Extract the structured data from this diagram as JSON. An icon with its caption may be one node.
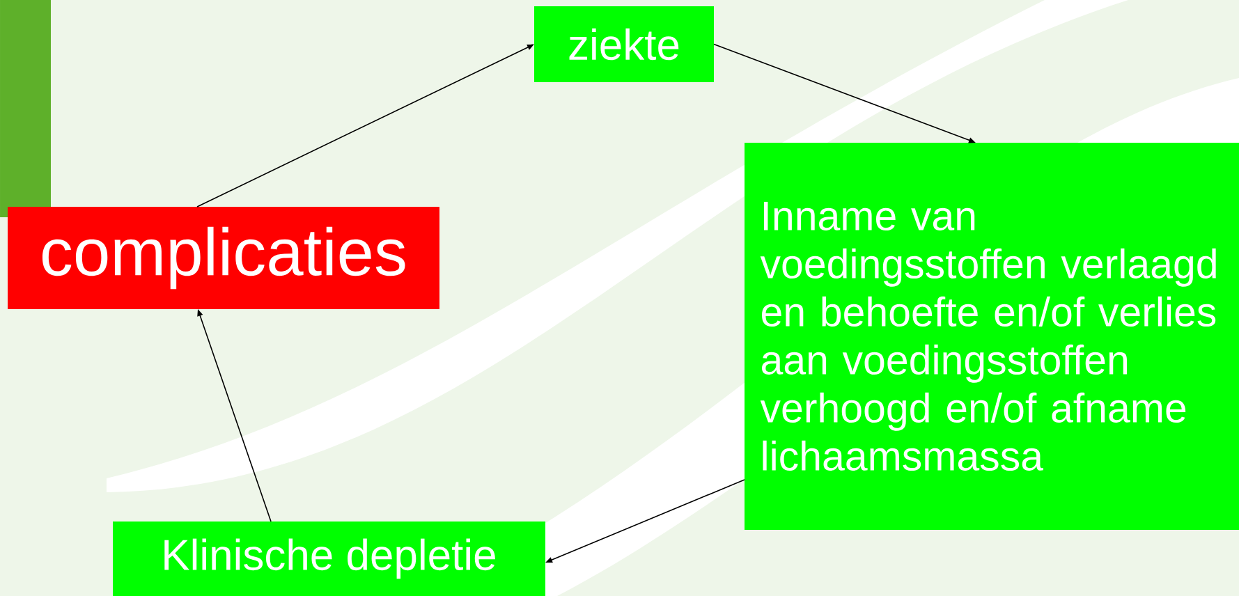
{
  "diagram": {
    "nodes": [
      {
        "text": [
          "ziekte"
        ]
      },
      {
        "text": [
          "Inname van voedingsstoffen verlaagd en behoefte en/of verlies aan voedingsstoffen verhoogd en/of afname lichaamsmassa"
        ]
      },
      {
        "text": [
          "complicaties"
        ]
      },
      {
        "text": [
          "Klinische depletie"
        ]
      }
    ],
    "edges": [
      {
        "from": 2,
        "to": 0,
        "arrow": "to"
      },
      {
        "from": 0,
        "to": 1,
        "arrow": "to"
      },
      {
        "from": 1,
        "to": 3,
        "arrow": "to"
      },
      {
        "from": 3,
        "to": 2,
        "arrow": "to"
      }
    ]
  }
}
